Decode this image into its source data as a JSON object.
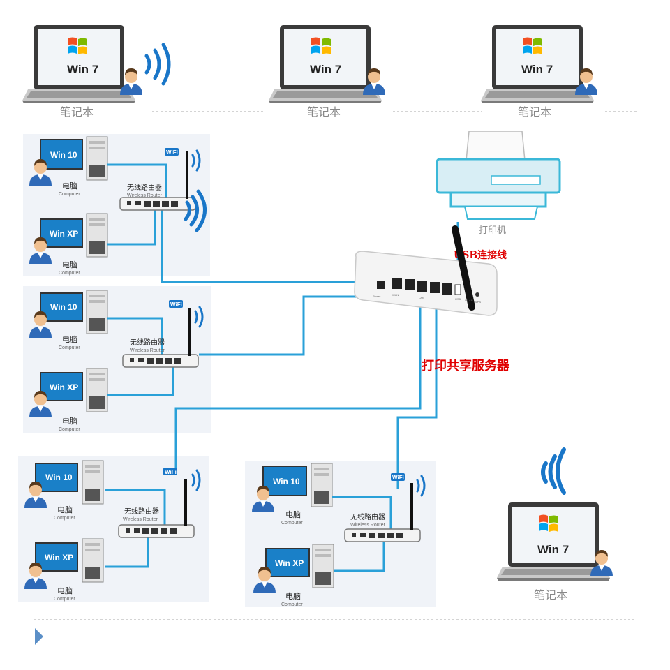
{
  "laptops": [
    {
      "os_label": "Win 7",
      "caption": "笔记本",
      "wifi": true
    },
    {
      "os_label": "Win 7",
      "caption": "笔记本",
      "wifi": false
    },
    {
      "os_label": "Win 7",
      "caption": "笔记本",
      "wifi": false
    },
    {
      "os_label": "Win 7",
      "caption": "笔记本",
      "wifi": true
    }
  ],
  "lan_groups": [
    {
      "pc1_os": "Win 10",
      "pc2_os": "Win XP",
      "pc_label": "电脑",
      "pc_label_en": "Computer",
      "router_label": "无线路由器",
      "router_label_en": "Wireless Router",
      "wifi_badge": "WiFi"
    },
    {
      "pc1_os": "Win 10",
      "pc2_os": "Win XP",
      "pc_label": "电脑",
      "pc_label_en": "Computer",
      "router_label": "无线路由器",
      "router_label_en": "Wireless Router",
      "wifi_badge": "WiFi"
    },
    {
      "pc1_os": "Win 10",
      "pc2_os": "Win XP",
      "pc_label": "电脑",
      "pc_label_en": "Computer",
      "router_label": "无线路由器",
      "router_label_en": "Wireless Router",
      "wifi_badge": "WiFi"
    },
    {
      "pc1_os": "Win 10",
      "pc2_os": "Win XP",
      "pc_label": "电脑",
      "pc_label_en": "Computer",
      "router_label": "无线路由器",
      "router_label_en": "Wireless Router",
      "wifi_badge": "WiFi"
    }
  ],
  "printer": {
    "label": "打印机"
  },
  "usb_cable_label": "USB连接线",
  "print_server": {
    "label": "打印共享服务器",
    "port_labels": [
      "Power",
      "WAN",
      "LAN",
      "USB",
      "WLAN",
      "WPS"
    ]
  },
  "colors": {
    "cable": "#2aa0d8",
    "wifi": "#1976c8",
    "label_red": "#e00000",
    "nav_arrow": "#5b8fc7"
  }
}
